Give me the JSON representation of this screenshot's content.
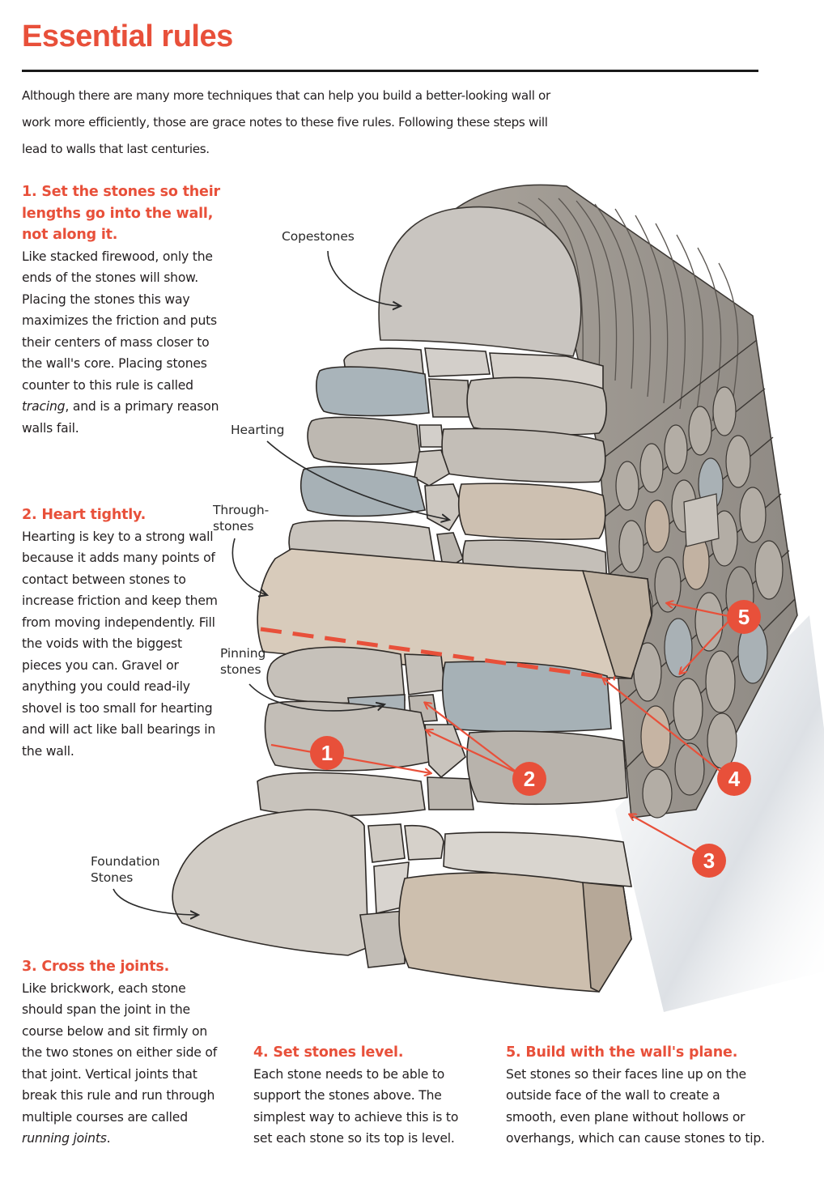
{
  "colors": {
    "accent": "#e8503a",
    "text": "#231f20",
    "rule_line": "#1a1a1a",
    "stone_light": "#d6d2cc",
    "stone_mid": "#b9b4ad",
    "stone_dark": "#9d978f",
    "stone_blue": "#a9b4ba",
    "stone_tan": "#c8b8a6",
    "mortar_line": "#3a3632"
  },
  "header": {
    "title": "Essential rules",
    "intro": "Although there are many more techniques that can help you build a better-looking wall or work more efficiently, those are grace notes to these five rules. Following these steps will lead to walls that last centuries."
  },
  "rules": [
    {
      "number": "1",
      "heading": "1. Set the stones so their lengths go into the wall, not along it.",
      "body_before_italic": "Like stacked firewood, only the ends of the stones will show. Placing the stones this way maximizes the friction and puts their centers of mass closer to the wall's core. Placing stones counter to this rule is called ",
      "body_italic": "tracing",
      "body_after_italic": ", and is a primary reason walls fail."
    },
    {
      "number": "2",
      "heading": "2. Heart tightly.",
      "body": "Hearting is key to a strong wall because it adds many points of contact between stones to increase friction and keep them from moving independently. Fill the voids with the biggest pieces you can. Gravel or anything you could read-ily shovel is too small for hearting and will act like ball bearings in the wall."
    },
    {
      "number": "3",
      "heading": "3. Cross the joints.",
      "body_before_italic": "Like brickwork, each stone should span the joint in the course below and sit firmly on the two stones on either side of that joint. Vertical joints that break this rule and run through multiple courses are called ",
      "body_italic": "running joints",
      "body_after_italic": "."
    },
    {
      "number": "4",
      "heading": "4. Set stones level.",
      "body": "Each stone needs to be able to support the stones above. The simplest way to achieve this is to set each stone so its top is level."
    },
    {
      "number": "5",
      "heading": "5. Build with the wall's plane.",
      "body": "Set stones so their faces line up on the outside face of the wall to create a smooth, even plane without hollows or overhangs, which can cause stones to tip."
    }
  ],
  "illustration": {
    "labels": {
      "copestones": "Copestones",
      "hearting": "Hearting",
      "throughstones": "Through-\nstones",
      "pinning": "Pinning\nstones",
      "foundation": "Foundation\nStones"
    },
    "badges": [
      "1",
      "2",
      "3",
      "4",
      "5"
    ]
  }
}
